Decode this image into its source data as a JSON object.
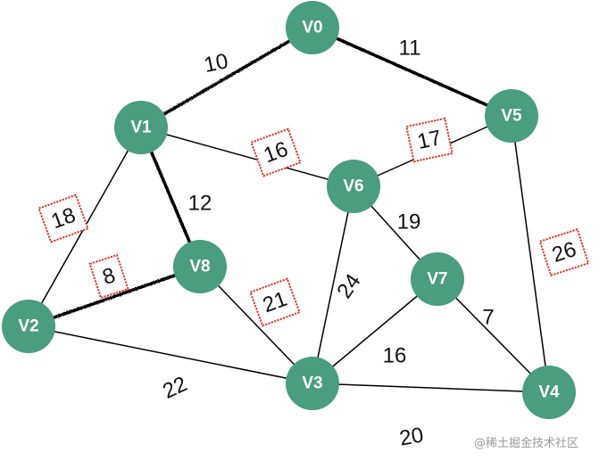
{
  "graph": {
    "nodes": [
      {
        "id": "V0",
        "label": "V0"
      },
      {
        "id": "V1",
        "label": "V1"
      },
      {
        "id": "V2",
        "label": "V2"
      },
      {
        "id": "V3",
        "label": "V3"
      },
      {
        "id": "V4",
        "label": "V4"
      },
      {
        "id": "V5",
        "label": "V5"
      },
      {
        "id": "V6",
        "label": "V6"
      },
      {
        "id": "V7",
        "label": "V7"
      },
      {
        "id": "V8",
        "label": "V8"
      }
    ],
    "edges": [
      {
        "from": "V0",
        "to": "V1",
        "weight": "10",
        "highlighted": true,
        "boxed": false
      },
      {
        "from": "V0",
        "to": "V5",
        "weight": "11",
        "highlighted": true,
        "boxed": false
      },
      {
        "from": "V1",
        "to": "V6",
        "weight": "16",
        "highlighted": false,
        "boxed": true
      },
      {
        "from": "V5",
        "to": "V6",
        "weight": "17",
        "highlighted": false,
        "boxed": true
      },
      {
        "from": "V1",
        "to": "V8",
        "weight": "12",
        "highlighted": true,
        "boxed": false
      },
      {
        "from": "V1",
        "to": "V2",
        "weight": "18",
        "highlighted": false,
        "boxed": true
      },
      {
        "from": "V8",
        "to": "V2",
        "weight": "8",
        "highlighted": true,
        "boxed": true
      },
      {
        "from": "V8",
        "to": "V3",
        "weight": "21",
        "highlighted": false,
        "boxed": true
      },
      {
        "from": "V6",
        "to": "V7",
        "weight": "19",
        "highlighted": false,
        "boxed": false
      },
      {
        "from": "V6",
        "to": "V3",
        "weight": "24",
        "highlighted": false,
        "boxed": false
      },
      {
        "from": "V5",
        "to": "V4",
        "weight": "26",
        "highlighted": false,
        "boxed": true
      },
      {
        "from": "V7",
        "to": "V3",
        "weight": "16",
        "highlighted": false,
        "boxed": false
      },
      {
        "from": "V7",
        "to": "V4",
        "weight": "7",
        "highlighted": false,
        "boxed": false
      },
      {
        "from": "V2",
        "to": "V3",
        "weight": "22",
        "highlighted": false,
        "boxed": false
      },
      {
        "from": "V3",
        "to": "V4",
        "weight": "20",
        "highlighted": false,
        "boxed": false
      }
    ]
  },
  "colors": {
    "node_fill": "#4a9d7f",
    "edge": "#000000",
    "box": "#d9372b",
    "background": "#ffffff"
  },
  "watermark": "@稀土掘金技术社区"
}
